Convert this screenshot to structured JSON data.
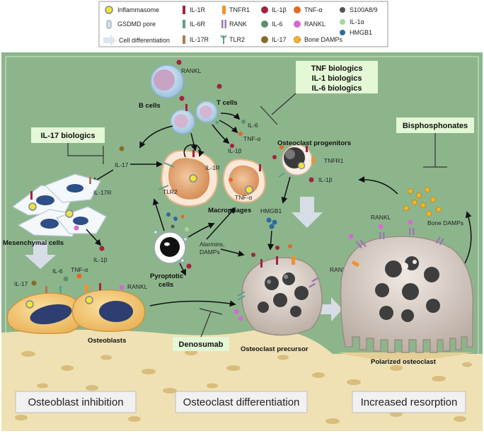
{
  "legend": {
    "col1": [
      "Inflammasome",
      "GSDMD pore",
      "Cell differentiation"
    ],
    "col2": [
      "IL-1R",
      "IL-6R",
      "IL-17R"
    ],
    "col3": [
      "TNFR1",
      "RANK",
      "TLR2"
    ],
    "col4": [
      "IL-1β",
      "IL-6",
      "IL-17"
    ],
    "col5": [
      "TNF-α",
      "RANKL",
      "Bone DAMPs"
    ],
    "col6": [
      "S100A8/9",
      "IL-1α",
      "HMGB1"
    ]
  },
  "drugs": {
    "tnf": "TNF biologics",
    "il1": "IL-1 biologics",
    "il6": "IL-6 biologics",
    "il17": "IL-17 biologics",
    "bisphosphonates": "Bisphosphonates",
    "denosumab": "Denosumab"
  },
  "cells": {
    "b_cells": "B cells",
    "t_cells": "T cells",
    "macrophages": "Macrophages",
    "mesenchymal": "Mesenchymal cells",
    "pyroptotic": [
      "Pyroptotic",
      "cells"
    ],
    "osteoblasts": "Osteoblasts",
    "oc_progenitors": "Osteoclast progenitors",
    "oc_precursor": "Osteoclast precursor",
    "polarized_oc": "Polarized osteoclast"
  },
  "labels": {
    "rankl_b": "RANKL",
    "il6_t": "IL-6",
    "tnfa_t": "TNF-α",
    "il1b_t": "IL-1β",
    "il17_mid": "IL-17",
    "il1r_mac": "IL-1R",
    "tlr2_mac": "TLR2",
    "tnfa_mac": "TNF-α",
    "il17r_mes": "IL-17R",
    "il1b_mes": "IL-1β",
    "tnfr1_prog": "TNFR1",
    "il1b_prog": "IL-1β",
    "hmgb1": "HMGB1",
    "alarmins": [
      "Alarmins,",
      "DAMPs"
    ],
    "il17_ob": "IL-17",
    "il6_ob": "IL-6",
    "tnfa_ob": "TNF-α",
    "rankl_ob": "RANKL",
    "rank_pre": "RANK",
    "rankl_pol": "RANKL",
    "bone_damps": "Bone DAMPs"
  },
  "stages": {
    "inhibition": "Osteoblast inhibition",
    "differentiation": "Osteoclast differentiation",
    "resorption": "Increased resorption"
  },
  "colors": {
    "background": "#8db58c",
    "bone": "#efe1b4",
    "drug_box": "#e4f7d6",
    "arrow_light": "#d6dde6"
  }
}
